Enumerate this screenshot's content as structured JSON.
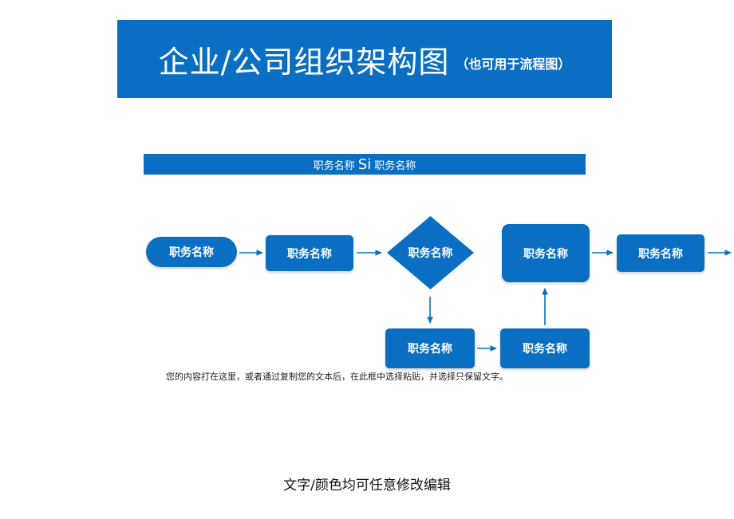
{
  "header": {
    "title": "企业/公司组织架构图",
    "subtitle": "（也可用于流程图）"
  },
  "subheader": {
    "left": "职务名称",
    "middle": "Si",
    "right": "职务名称"
  },
  "flow": {
    "nodes": [
      {
        "id": "n1",
        "shape": "pill",
        "label": "职务名称"
      },
      {
        "id": "n2",
        "shape": "rounded-rect",
        "label": "职务名称"
      },
      {
        "id": "n3",
        "shape": "diamond",
        "label": "职务名称"
      },
      {
        "id": "n4",
        "shape": "rounded-rect",
        "label": "职务名称"
      },
      {
        "id": "n5",
        "shape": "rounded-rect",
        "label": "职务名称"
      },
      {
        "id": "n6",
        "shape": "rounded-rect",
        "label": "职务名称"
      },
      {
        "id": "n7",
        "shape": "rounded-rect",
        "label": "职务名称"
      }
    ],
    "edges": [
      {
        "from": "n1",
        "to": "n2"
      },
      {
        "from": "n2",
        "to": "n3"
      },
      {
        "from": "n3",
        "to": "n6"
      },
      {
        "from": "n6",
        "to": "n7"
      },
      {
        "from": "n7",
        "to": "n4"
      },
      {
        "from": "n4",
        "to": "n5"
      },
      {
        "from": "n5",
        "to": "offscreen-right"
      }
    ]
  },
  "body_text": "您的内容打在这里，或者通过复制您的文本后，在此框中选择粘贴，并选择只保留文字。",
  "footer": "文字/颜色均可任意修改编辑",
  "colors": {
    "primary": "#0a6fc2",
    "text_on_primary": "#ffffff",
    "body_text": "#222222"
  }
}
